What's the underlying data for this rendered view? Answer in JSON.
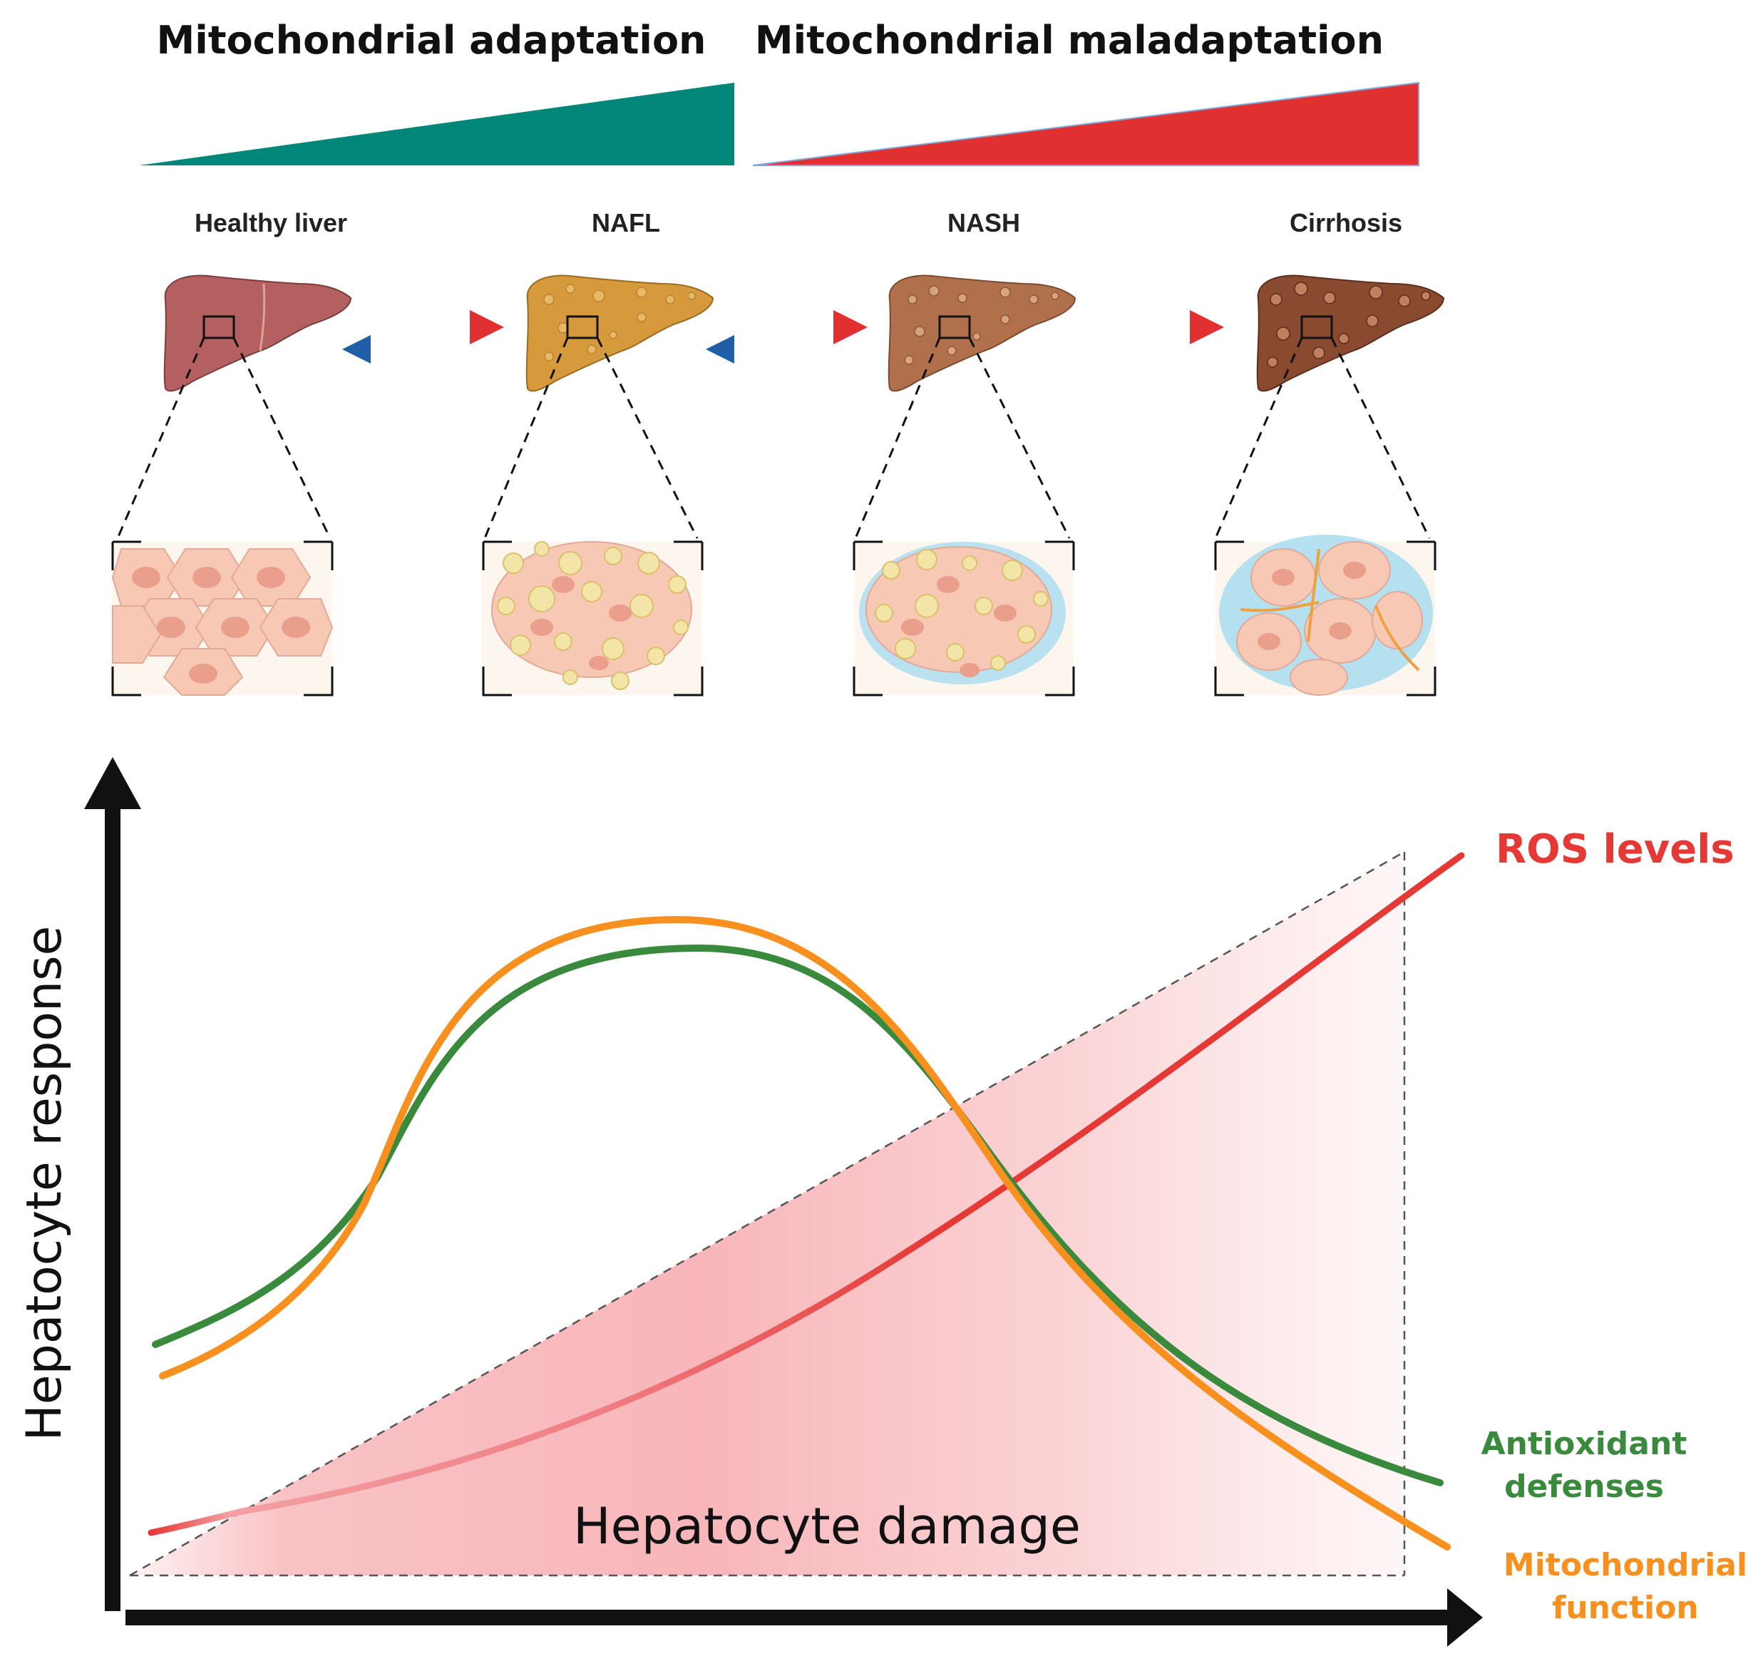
{
  "phases": {
    "adaptation": "Mitochondrial adaptation",
    "maladaptation": "Mitochondrial maladaptation"
  },
  "stages": [
    "Healthy liver",
    "NAFL",
    "NASH",
    "Cirrhosis"
  ],
  "axes": {
    "y_label": "Hepatocyte response"
  },
  "region_label": "Hepatocyte damage",
  "curves": {
    "ros": {
      "label": "ROS levels",
      "color": "#e53935"
    },
    "antioxidant": {
      "label_line1": "Antioxidant",
      "label_line2": "defenses",
      "color": "#3a8a3e"
    },
    "mito": {
      "label_line1": "Mitochondrial",
      "label_line2": "function",
      "color": "#f7901e"
    }
  },
  "colors": {
    "adaptation_wedge": "#00877a",
    "maladaptation_wedge": "#e03030",
    "forward_arrow": "#e03030",
    "backward_arrow": "#1f5fa8",
    "damage_fill": "#f6a9ad",
    "healthy_liver": "#b46060",
    "nafl_liver": "#d69a3c",
    "nash_liver": "#b0704c",
    "cirrhosis_liver": "#8a4a30",
    "cell_fill": "#f7c9b4",
    "fibrosis": "#a8dcef"
  },
  "icons": [
    "liver-icon",
    "hepatocyte-tissue-icon",
    "zoom-box-icon"
  ]
}
